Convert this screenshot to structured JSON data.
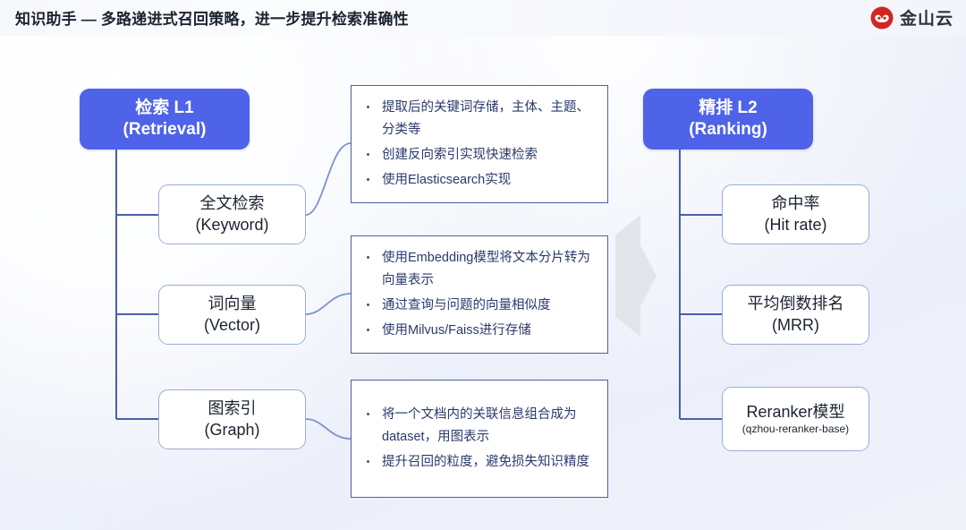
{
  "header": {
    "title": "知识助手 — 多路递进式召回策略，进一步提升检索准确性",
    "brand_name": "金山云",
    "brand_icon": "kingsoft-cloud-logo-icon",
    "brand_color": "#d02722"
  },
  "theme": {
    "stage_fill": "#4e63e8",
    "card_border": "#4a5fa8",
    "pill_border": "#9aadd8",
    "card_text": "#2b3a6b",
    "arrow_fill": "#e2e4ea",
    "background": "#eef1f9"
  },
  "flow": {
    "arrow_icon": "right-arrow-icon",
    "left_stage": {
      "line1": "检索 L1",
      "line2": "(Retrieval)"
    },
    "right_stage": {
      "line1": "精排 L2",
      "line2": "(Ranking)"
    },
    "methods": [
      {
        "line1": "全文检索",
        "line2": "(Keyword)"
      },
      {
        "line1": "词向量",
        "line2": "(Vector)"
      },
      {
        "line1": "图索引",
        "line2": "(Graph)"
      }
    ],
    "details": [
      {
        "items": [
          "提取后的关键词存储，主体、主题、分类等",
          "创建反向索引实现快速检索",
          "使用Elasticsearch实现"
        ]
      },
      {
        "items": [
          "使用Embedding模型将文本分片转为向量表示",
          "通过查询与问题的向量相似度",
          "使用Milvus/Faiss进行存储"
        ]
      },
      {
        "items": [
          "将一个文档内的关联信息组合成为dataset，用图表示",
          "提升召回的粒度，避免损失知识精度"
        ]
      }
    ],
    "metrics": [
      {
        "line1": "命中率",
        "line2": "(Hit rate)",
        "small": ""
      },
      {
        "line1": "平均倒数排名",
        "line2": "(MRR)",
        "small": ""
      },
      {
        "line1": "Reranker模型",
        "line2": "",
        "small": "(qzhou-reranker-base)"
      }
    ]
  }
}
